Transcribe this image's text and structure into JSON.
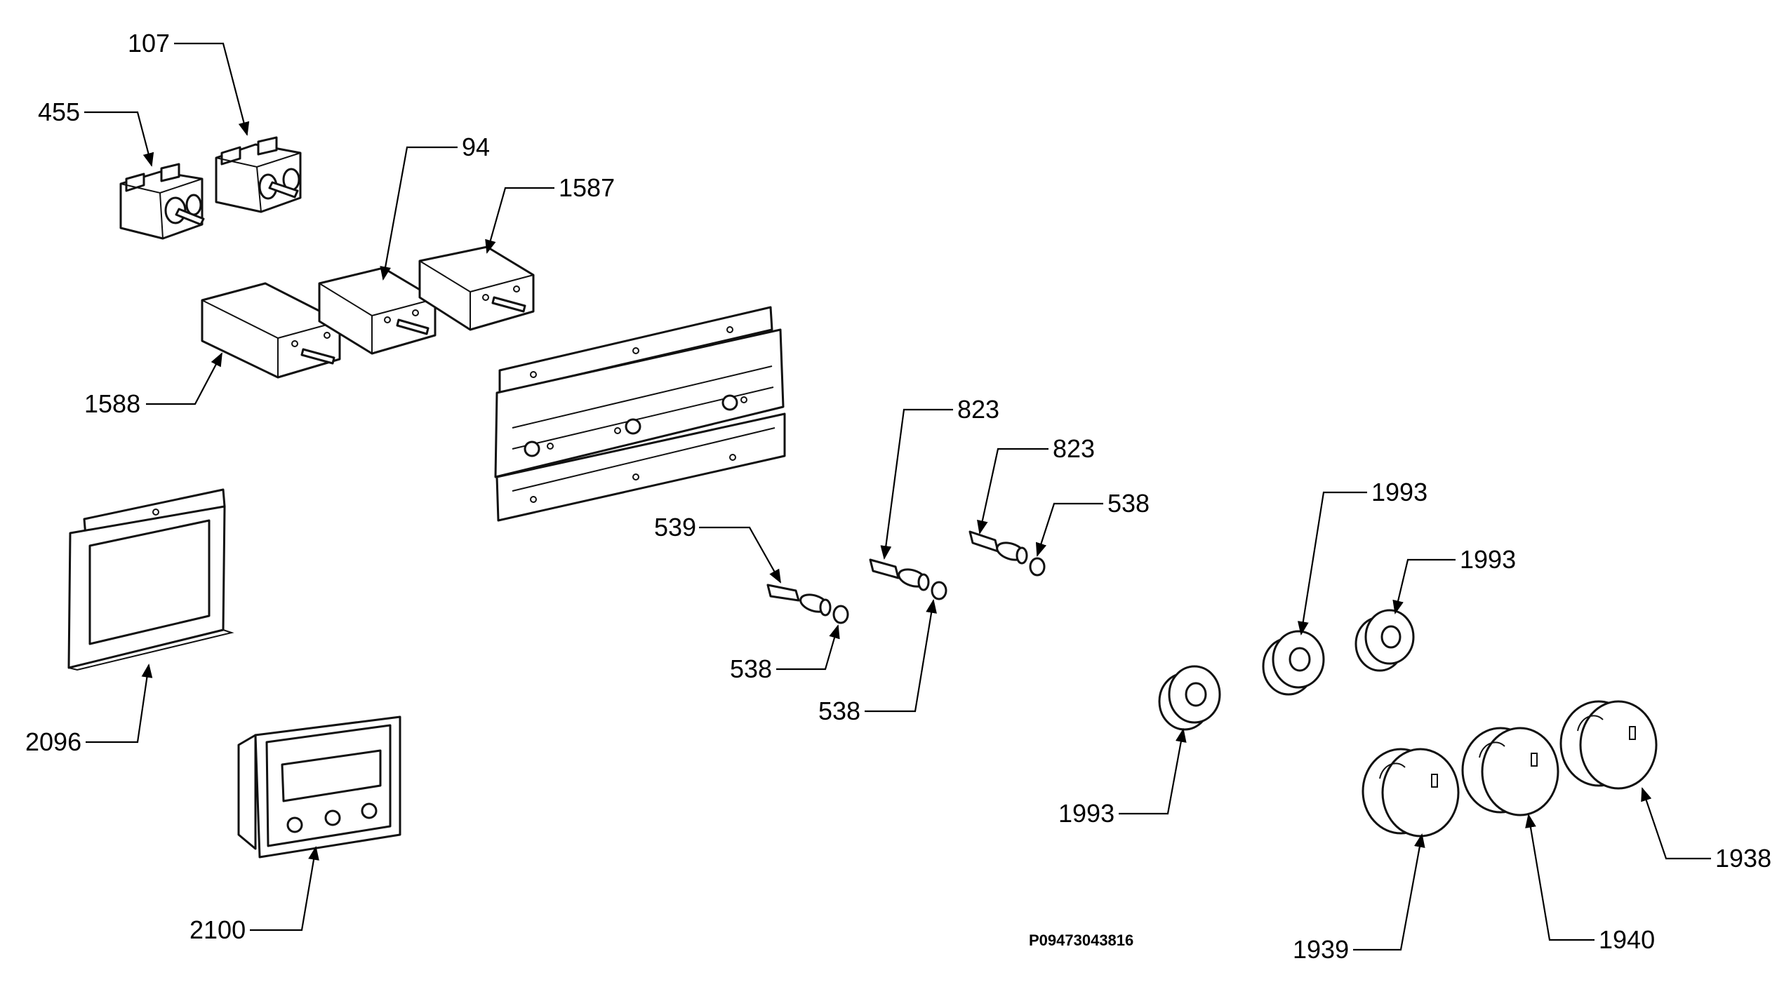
{
  "labels": {
    "l107": "107",
    "l455": "455",
    "l94": "94",
    "l1587": "1587",
    "l1588": "1588",
    "l2096": "2096",
    "l2100": "2100",
    "l539": "539",
    "l538a": "538",
    "l538b": "538",
    "l538c": "538",
    "l823a": "823",
    "l823b": "823",
    "l1993a": "1993",
    "l1993b": "1993",
    "l1993c": "1993",
    "l1938": "1938",
    "l1939": "1939",
    "l1940": "1940"
  },
  "drawing_code": "P09473043816"
}
